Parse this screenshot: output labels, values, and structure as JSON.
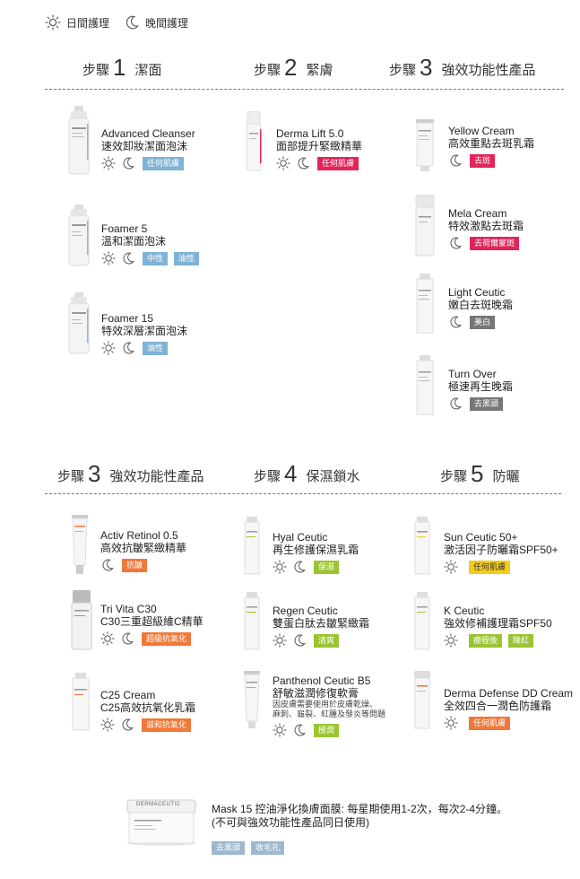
{
  "legend": {
    "day_label": "日間護理",
    "night_label": "晚間護理"
  },
  "colors": {
    "blue_tag": "#7fb3d6",
    "red_tag": "#e2245a",
    "gray_tag": "#777777",
    "orange_tag": "#f07838",
    "green_tag": "#9bc432",
    "yellow_tag": "#f4cc1a"
  },
  "steps": {
    "s1": {
      "prefix": "步驟",
      "num": "1",
      "title": "潔面"
    },
    "s2": {
      "prefix": "步驟",
      "num": "2",
      "title": "緊膚"
    },
    "s3a": {
      "prefix": "步驟",
      "num": "3",
      "title": "強效功能性產品"
    },
    "s3b": {
      "prefix": "步驟",
      "num": "3",
      "title": "強效功能性產品"
    },
    "s4": {
      "prefix": "步驟",
      "num": "4",
      "title": "保濕鎖水"
    },
    "s5": {
      "prefix": "步驟",
      "num": "5",
      "title": "防曬"
    }
  },
  "products": {
    "advanced_cleanser": {
      "name": "Advanced Cleanser",
      "desc": "速效卸妝潔面泡沫",
      "icons": [
        "sun-icon",
        "moon-icon"
      ],
      "tags": [
        "任何肌膚"
      ]
    },
    "foamer5": {
      "name": "Foamer 5",
      "desc": "溫和潔面泡沫",
      "icons": [
        "sun-icon",
        "moon-icon"
      ],
      "tags": [
        "中性",
        "油性"
      ]
    },
    "foamer15": {
      "name": "Foamer 15",
      "desc": "特效深層潔面泡沫",
      "icons": [
        "sun-icon",
        "moon-icon"
      ],
      "tags": [
        "油性"
      ]
    },
    "derma_lift": {
      "name": "Derma Lift 5.0",
      "desc": "面部提升緊緻精華",
      "icons": [
        "sun-icon",
        "moon-icon"
      ],
      "tags": [
        "任何肌膚"
      ]
    },
    "yellow_cream": {
      "name": "Yellow Cream",
      "desc": "高效重點去斑乳霜",
      "icons": [
        "moon-icon"
      ],
      "tags": [
        "去斑"
      ]
    },
    "mela_cream": {
      "name": "Mela Cream",
      "desc": "特效激點去斑霜",
      "icons": [
        "moon-icon"
      ],
      "tags": [
        "去荷爾蒙斑"
      ]
    },
    "light_ceutic": {
      "name": "Light Ceutic",
      "desc": "嫩白去斑晚霜",
      "icons": [
        "moon-icon"
      ],
      "tags": [
        "美白"
      ]
    },
    "turn_over": {
      "name": "Turn Over",
      "desc": "極速再生晚霜",
      "icons": [
        "moon-icon"
      ],
      "tags": [
        "去黑頭"
      ]
    },
    "activ_retinol": {
      "name": "Activ Retinol 0.5",
      "desc": "高效抗皺緊緻精華",
      "icons": [
        "moon-icon"
      ],
      "tags": [
        "抗皺"
      ]
    },
    "tri_vita": {
      "name": "Tri Vita C30",
      "desc": "C30三重超級維C精華",
      "icons": [
        "sun-icon",
        "moon-icon"
      ],
      "tags": [
        "超級抗氧化"
      ]
    },
    "c25_cream": {
      "name": "C25 Cream",
      "desc": "C25高效抗氧化乳霜",
      "icons": [
        "sun-icon",
        "moon-icon"
      ],
      "tags": [
        "滋和抗氧化"
      ]
    },
    "hyal_ceutic": {
      "name": "Hyal Ceutic",
      "desc": "再生修護保濕乳霜",
      "icons": [
        "sun-icon",
        "moon-icon"
      ],
      "tags": [
        "保濕"
      ]
    },
    "regen_ceutic": {
      "name": "Regen Ceutic",
      "desc": "雙蛋白肽去皺緊緻霜",
      "icons": [
        "sun-icon",
        "moon-icon"
      ],
      "tags": [
        "清爽"
      ]
    },
    "panthenol": {
      "name": "Panthenol Ceutic B5",
      "desc": "舒敏滋潤修復軟膏",
      "note1": "因皮膚需要使用於皮膚乾燥、",
      "note2": "麻刺、龜裂、紅腫及發炎等問題",
      "icons": [
        "sun-icon",
        "moon-icon"
      ],
      "tags": [
        "極潤"
      ]
    },
    "sun_ceutic": {
      "name": "Sun Ceutic 50+",
      "desc": "激活因子防曬霜SPF50+",
      "icons": [
        "sun-icon"
      ],
      "tags": [
        "任何肌膚"
      ]
    },
    "k_ceutic": {
      "name": "K Ceutic",
      "desc": "強效修補護理霜SPF50",
      "icons": [
        "sun-icon"
      ],
      "tags": [
        "療程後",
        "降紅"
      ]
    },
    "derma_defense": {
      "name": "Derma Defense DD Cream",
      "desc": "全效四合一潤色防護霜",
      "icons": [
        "sun-icon"
      ],
      "tags": [
        "任何肌膚"
      ]
    }
  },
  "mask": {
    "line1": "Mask 15 控油淨化換膚面膜: 每星期使用1-2次，每次2-4分鐘。",
    "line2": "(不可與強效功能性產品同日使用)",
    "tags": [
      "去黑頭",
      "收毛孔"
    ],
    "jar_label": "DERMACEUTIC"
  }
}
